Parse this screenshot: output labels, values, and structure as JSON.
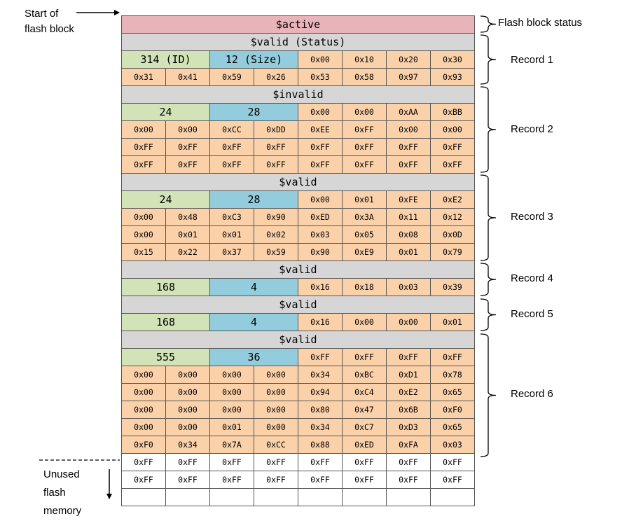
{
  "labels": {
    "start_of_flash_block": [
      "Start of",
      "flash block"
    ],
    "flash_block_status": "Flash block status",
    "unused_flash_memory": [
      "Unused",
      "flash",
      "memory"
    ]
  },
  "records": [
    "Record 1",
    "Record 2",
    "Record 3",
    "Record 4",
    "Record 5",
    "Record 6"
  ],
  "colors": {
    "status": "#e8b4ba",
    "header": "#d6d6d6",
    "id": "#d3e3b8",
    "size": "#93cddd",
    "byte": "#fbd1aa",
    "unused": "#ffffff"
  },
  "rows": [
    {
      "kind": "full",
      "style": "status",
      "text": "$active"
    },
    {
      "kind": "full",
      "style": "header",
      "text": "$valid (Status)"
    },
    {
      "kind": "idsize",
      "id": "314 (ID)",
      "size": "12 (Size)",
      "bytes": [
        "0x00",
        "0x10",
        "0x20",
        "0x30"
      ]
    },
    {
      "kind": "bytes",
      "style": "byte",
      "bytes": [
        "0x31",
        "0x41",
        "0x59",
        "0x26",
        "0x53",
        "0x58",
        "0x97",
        "0x93"
      ]
    },
    {
      "kind": "full",
      "style": "header",
      "text": "$invalid"
    },
    {
      "kind": "idsize",
      "id": "24",
      "size": "28",
      "bytes": [
        "0x00",
        "0x00",
        "0xAA",
        "0xBB"
      ]
    },
    {
      "kind": "bytes",
      "style": "byte",
      "bytes": [
        "0x00",
        "0x00",
        "0xCC",
        "0xDD",
        "0xEE",
        "0xFF",
        "0x00",
        "0x00"
      ]
    },
    {
      "kind": "bytes",
      "style": "byte",
      "bytes": [
        "0xFF",
        "0xFF",
        "0xFF",
        "0xFF",
        "0xFF",
        "0xFF",
        "0xFF",
        "0xFF"
      ]
    },
    {
      "kind": "bytes",
      "style": "byte",
      "bytes": [
        "0xFF",
        "0xFF",
        "0xFF",
        "0xFF",
        "0xFF",
        "0xFF",
        "0xFF",
        "0xFF"
      ]
    },
    {
      "kind": "full",
      "style": "header",
      "text": "$valid"
    },
    {
      "kind": "idsize",
      "id": "24",
      "size": "28",
      "bytes": [
        "0x00",
        "0x01",
        "0xFE",
        "0xE2"
      ]
    },
    {
      "kind": "bytes",
      "style": "byte",
      "bytes": [
        "0x00",
        "0x48",
        "0xC3",
        "0x90",
        "0xED",
        "0x3A",
        "0x11",
        "0x12"
      ]
    },
    {
      "kind": "bytes",
      "style": "byte",
      "bytes": [
        "0x00",
        "0x01",
        "0x01",
        "0x02",
        "0x03",
        "0x05",
        "0x08",
        "0x0D"
      ]
    },
    {
      "kind": "bytes",
      "style": "byte",
      "bytes": [
        "0x15",
        "0x22",
        "0x37",
        "0x59",
        "0x90",
        "0xE9",
        "0x01",
        "0x79"
      ]
    },
    {
      "kind": "full",
      "style": "header",
      "text": "$valid"
    },
    {
      "kind": "idsize",
      "id": "168",
      "size": "4",
      "bytes": [
        "0x16",
        "0x18",
        "0x03",
        "0x39"
      ]
    },
    {
      "kind": "full",
      "style": "header",
      "text": "$valid"
    },
    {
      "kind": "idsize",
      "id": "168",
      "size": "4",
      "bytes": [
        "0x16",
        "0x00",
        "0x00",
        "0x01"
      ]
    },
    {
      "kind": "full",
      "style": "header",
      "text": "$valid"
    },
    {
      "kind": "idsize",
      "id": "555",
      "size": "36",
      "bytes": [
        "0xFF",
        "0xFF",
        "0xFF",
        "0xFF"
      ]
    },
    {
      "kind": "bytes",
      "style": "byte",
      "bytes": [
        "0x00",
        "0x00",
        "0x00",
        "0x00",
        "0x34",
        "0xBC",
        "0xD1",
        "0x78"
      ]
    },
    {
      "kind": "bytes",
      "style": "byte",
      "bytes": [
        "0x00",
        "0x00",
        "0x00",
        "0x00",
        "0x94",
        "0xC4",
        "0xE2",
        "0x65"
      ]
    },
    {
      "kind": "bytes",
      "style": "byte",
      "bytes": [
        "0x00",
        "0x00",
        "0x00",
        "0x00",
        "0x80",
        "0x47",
        "0x6B",
        "0xF0"
      ]
    },
    {
      "kind": "bytes",
      "style": "byte",
      "bytes": [
        "0x00",
        "0x00",
        "0x01",
        "0x00",
        "0x34",
        "0xC7",
        "0xD3",
        "0x65"
      ]
    },
    {
      "kind": "bytes",
      "style": "byte",
      "bytes": [
        "0xF0",
        "0x34",
        "0x7A",
        "0xCC",
        "0x88",
        "0xED",
        "0xFA",
        "0x03"
      ]
    },
    {
      "kind": "bytes",
      "style": "unused",
      "bytes": [
        "0xFF",
        "0xFF",
        "0xFF",
        "0xFF",
        "0xFF",
        "0xFF",
        "0xFF",
        "0xFF"
      ]
    },
    {
      "kind": "bytes",
      "style": "unused",
      "bytes": [
        "0xFF",
        "0xFF",
        "0xFF",
        "0xFF",
        "0xFF",
        "0xFF",
        "0xFF",
        "0xFF"
      ]
    },
    {
      "kind": "bytes",
      "style": "unused",
      "bytes": [
        "",
        "",
        "",
        "",
        "",
        "",
        "",
        ""
      ]
    }
  ]
}
